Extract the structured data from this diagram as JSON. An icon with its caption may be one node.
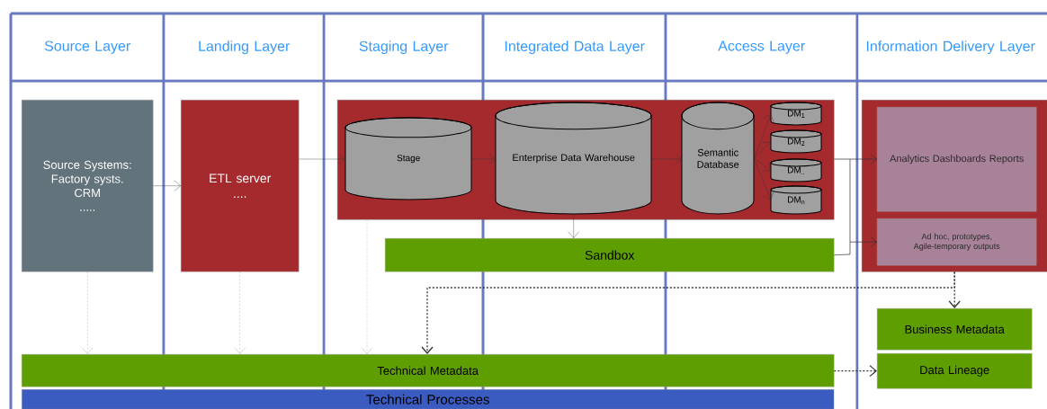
{
  "diagram": {
    "nodes": [
      {
        "text": [
          "Source Layer"
        ]
      },
      {
        "text": [
          "Landing Layer"
        ]
      },
      {
        "text": [
          "Staging Layer"
        ]
      },
      {
        "text": [
          "Integrated Data Layer"
        ]
      },
      {
        "text": [
          "Access Layer"
        ]
      },
      {
        "text": [
          "Information Delivery Layer"
        ]
      },
      {
        "text": [
          "Source Systems:",
          "Factory systs.",
          "CRM",
          "....."
        ]
      },
      {
        "text": [
          "ETL server",
          "...."
        ]
      },
      {
        "text": [],
        "shape": "box"
      },
      {
        "text": [
          "Stage"
        ],
        "in": 8
      },
      {
        "text": [
          "Enterprise Data Warehouse"
        ],
        "in": 8
      },
      {
        "text": [
          "Semantic Database"
        ],
        "in": 8
      },
      {
        "text": [
          "DM$_{1}$"
        ],
        "in": 8
      },
      {
        "text": [
          "DM$_{2}$"
        ],
        "in": 8
      },
      {
        "text": [
          "DM$_{..}$"
        ],
        "in": 8
      },
      {
        "text": [
          "DM$_{n}$"
        ],
        "in": 8
      },
      {
        "text": [
          "Sandbox"
        ]
      },
      {
        "text": [],
        "shape": "box"
      },
      {
        "text": [
          "Analytics Dashboards Reports"
        ],
        "in": 17
      },
      {
        "text": [
          "Ad hoc, prototypes, Agile-temporary outputs"
        ],
        "in": 17
      },
      {
        "text": [
          "Business Metadata"
        ]
      },
      {
        "text": [
          "Technical Metadata"
        ]
      },
      {
        "text": [
          "Data Lineage"
        ]
      },
      {
        "text": [
          "Technical Processes"
        ]
      }
    ],
    "edges": [
      {
        "from": 6,
        "to": 7,
        "arrow": "to"
      },
      {
        "from": 7,
        "to": 9,
        "arrow": "to"
      },
      {
        "from": 9,
        "to": 10,
        "arrow": "to"
      },
      {
        "from": 10,
        "to": 11,
        "arrow": "to"
      },
      {
        "from": 11,
        "to": 12,
        "arrow": "to"
      },
      {
        "from": 11,
        "to": 13,
        "arrow": "to"
      },
      {
        "from": 11,
        "to": 14,
        "arrow": "to"
      },
      {
        "from": 11,
        "to": 15,
        "arrow": "to"
      },
      {
        "from": 10,
        "to": 16,
        "arrow": "to"
      },
      {
        "from": 8,
        "to": 18,
        "arrow": "to"
      },
      {
        "from": 8,
        "to": 19,
        "arrow": "to"
      },
      {
        "from": 16,
        "to": 18,
        "arrow": "to"
      },
      {
        "from": 16,
        "to": 19,
        "arrow": "to"
      },
      {
        "from": 6,
        "to": 21,
        "arrow": "to",
        "style": "dashed",
        "color": "#999999"
      },
      {
        "from": 7,
        "to": 21,
        "arrow": "to",
        "style": "dashed",
        "color": "#999999"
      },
      {
        "from": 8,
        "to": 21,
        "arrow": "to",
        "style": "dashed",
        "color": "#999999"
      },
      {
        "from": 17,
        "to": 20,
        "arrow": "to",
        "style": "dashed"
      },
      {
        "from": 17,
        "to": 21,
        "arrow": "to",
        "style": "dashed"
      },
      {
        "from": 21,
        "to": 22,
        "arrow": "to",
        "style": "dashed"
      }
    ]
  }
}
